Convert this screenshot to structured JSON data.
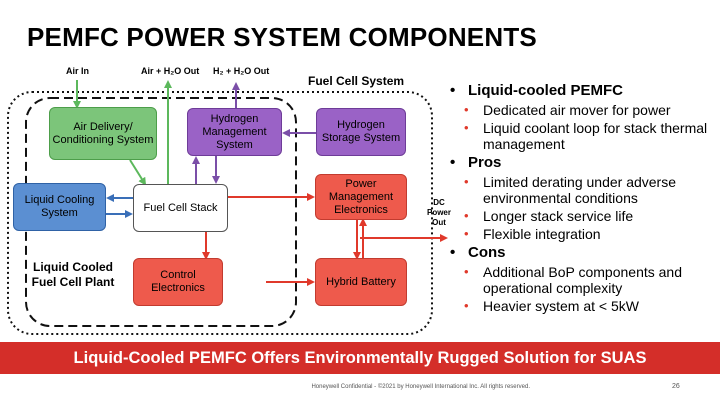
{
  "title": "PEMFC POWER SYSTEM COMPONENTS",
  "diagram": {
    "fuel_cell_system_label": "Fuel Cell System",
    "plant_label_line1": "Liquid Cooled",
    "plant_label_line2": "Fuel Cell Plant",
    "air_in": "Air In",
    "air_h2o_out": "Air + H₂O Out",
    "h2_h2o_out": "H₂ + H₂O Out",
    "dc_line1": "DC",
    "dc_line2": "Power",
    "dc_line3": "Out",
    "boxes": {
      "air_delivery": "Air Delivery/ Conditioning System",
      "hydrogen_management": "Hydrogen Management System",
      "hydrogen_storage": "Hydrogen Storage System",
      "liquid_cooling": "Liquid Cooling System",
      "fuel_cell_stack": "Fuel Cell Stack",
      "power_management": "Power Management Electronics",
      "control_electronics": "Control Electronics",
      "hybrid_battery": "Hybrid Battery"
    },
    "colors": {
      "green": "#7cc57a",
      "purple": "#9a62c6",
      "blue": "#5b8fd2",
      "red": "#ee5a4c",
      "arrow_green": "#5cb85c",
      "arrow_purple": "#7b4fa8",
      "arrow_blue": "#3a6fb8",
      "arrow_red": "#e0392b"
    }
  },
  "bullets": {
    "b1": "Liquid-cooled PEMFC",
    "b1_s1": "Dedicated air mover for power",
    "b1_s2": "Liquid coolant loop for stack thermal management",
    "b2": "Pros",
    "b2_s1": "Limited derating under adverse environmental conditions",
    "b2_s2": "Longer stack service life",
    "b2_s3": "Flexible integration",
    "b3": "Cons",
    "b3_s1": "Additional BoP components and operational complexity",
    "b3_s2": "Heavier system at < 5kW"
  },
  "banner": "Liquid-Cooled PEMFC Offers Environmentally Rugged Solution for SUAS",
  "footer": "Honeywell Confidential - ©2021 by Honeywell International Inc. All rights reserved.",
  "page_number": "26"
}
